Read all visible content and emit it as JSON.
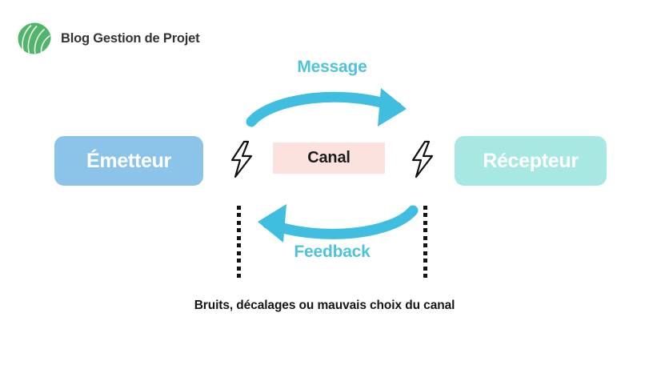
{
  "brand": {
    "name": "Blog Gestion de Projet",
    "logo_icon": "green-leaf-logo-icon",
    "logo_color": "#52B46C"
  },
  "diagram": {
    "title_caption": "Bruits, décalages ou mauvais choix du canal",
    "nodes": [
      {
        "id": "emitter",
        "label": "Émetteur",
        "color": "#8CC4E9",
        "text_color": "#FFFFFF"
      },
      {
        "id": "channel",
        "label": "Canal",
        "color": "#FCE2DE",
        "text_color": "#1B1B1B"
      },
      {
        "id": "receiver",
        "label": "Récepteur",
        "color": "#A7E8E3",
        "text_color": "#FFFFFF"
      }
    ],
    "flows": [
      {
        "id": "message",
        "label": "Message",
        "direction": "left-to-right",
        "color": "#4FC3DE"
      },
      {
        "id": "feedback",
        "label": "Feedback",
        "direction": "right-to-left",
        "color": "#4FC3DE"
      }
    ],
    "noise_markers": [
      {
        "id": "noise-left",
        "icon": "lightning-bolt-icon",
        "color": "#111111"
      },
      {
        "id": "noise-right",
        "icon": "lightning-bolt-icon",
        "color": "#111111"
      }
    ],
    "dotted_separators": [
      {
        "id": "dotted-left",
        "dot_count": 10,
        "color": "#141414"
      },
      {
        "id": "dotted-right",
        "dot_count": 10,
        "color": "#141414"
      }
    ]
  }
}
